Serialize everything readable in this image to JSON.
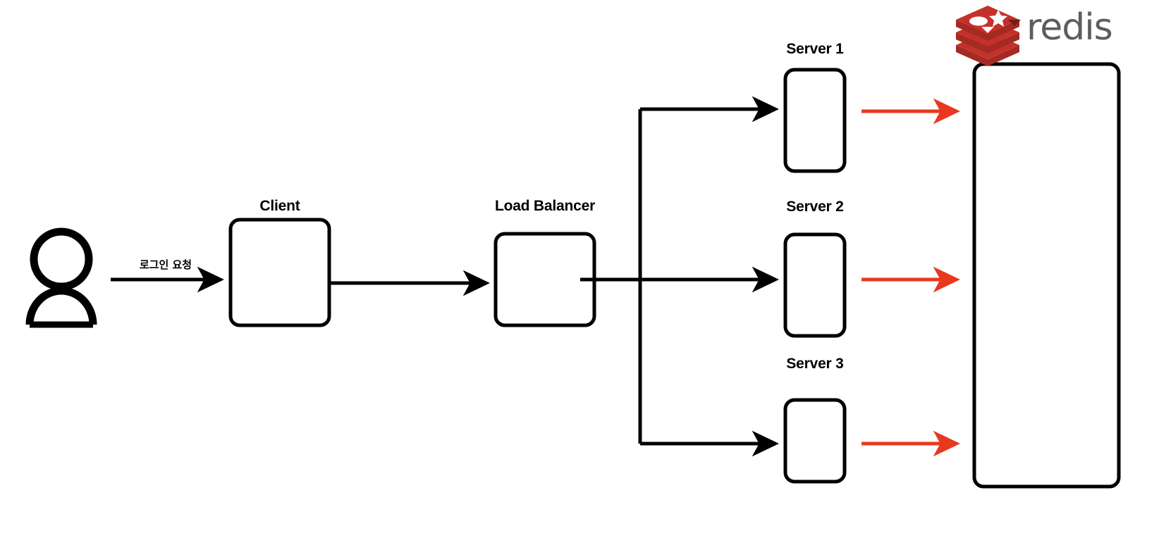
{
  "diagram": {
    "title": "Redis session store load balanced architecture",
    "background_color": "#ffffff",
    "stroke_color": "#000000",
    "accent_color": "#e8391f",
    "brand_color": "#c6302b",
    "wordmark_color": "#5d5d5d"
  },
  "actor": {
    "name": "user",
    "icon": "person-icon"
  },
  "nodes": [
    {
      "id": "client",
      "label": "Client"
    },
    {
      "id": "load-balancer",
      "label": "Load Balancer"
    },
    {
      "id": "server-1",
      "label": "Server 1"
    },
    {
      "id": "server-2",
      "label": "Server 2"
    },
    {
      "id": "server-3",
      "label": "Server 3"
    },
    {
      "id": "redis-store",
      "label": ""
    }
  ],
  "brand": {
    "name": "redis",
    "wordmark": "redis",
    "logo_icon": "redis-cube-icon"
  },
  "edges": [
    {
      "from": "user",
      "to": "client",
      "label": "로그인 요청",
      "color": "#000000"
    },
    {
      "from": "client",
      "to": "load-balancer",
      "label": "",
      "color": "#000000"
    },
    {
      "from": "load-balancer",
      "to": "server-1",
      "label": "",
      "color": "#000000"
    },
    {
      "from": "load-balancer",
      "to": "server-2",
      "label": "",
      "color": "#000000"
    },
    {
      "from": "load-balancer",
      "to": "server-3",
      "label": "",
      "color": "#000000"
    },
    {
      "from": "server-1",
      "to": "redis-store",
      "label": "",
      "color": "#e8391f"
    },
    {
      "from": "server-2",
      "to": "redis-store",
      "label": "",
      "color": "#e8391f"
    },
    {
      "from": "server-3",
      "to": "redis-store",
      "label": "",
      "color": "#e8391f"
    }
  ]
}
